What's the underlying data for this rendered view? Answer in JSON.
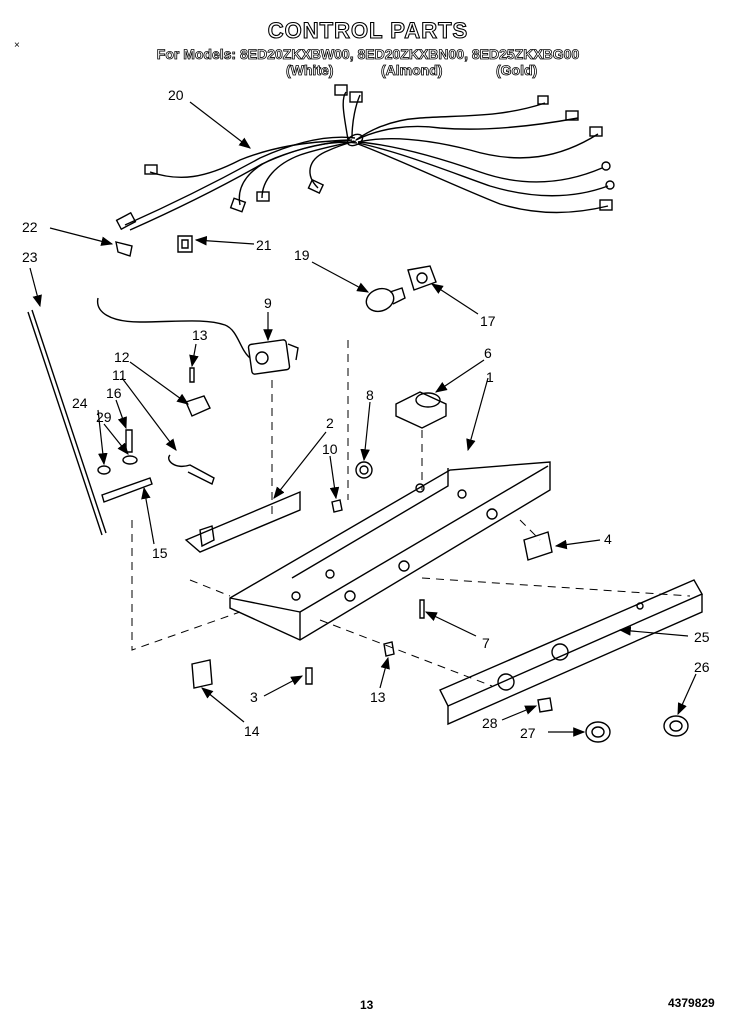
{
  "header": {
    "title": "CONTROL PARTS",
    "models_line": "For Models: 8ED20ZKXBW00, 8ED20ZKXBN00, 8ED25ZKXBG00",
    "color_white": "(White)",
    "color_almond": "(Almond)",
    "color_gold": "(Gold)"
  },
  "corner_mark": "×",
  "footer": {
    "page_number": "13",
    "document_number": "4379829"
  },
  "callouts": [
    "20",
    "22",
    "21",
    "23",
    "19",
    "17",
    "9",
    "13",
    "12",
    "11",
    "16",
    "24",
    "29",
    "6",
    "1",
    "8",
    "2",
    "10",
    "15",
    "4",
    "7",
    "25",
    "26",
    "3",
    "13",
    "14",
    "28",
    "27"
  ]
}
